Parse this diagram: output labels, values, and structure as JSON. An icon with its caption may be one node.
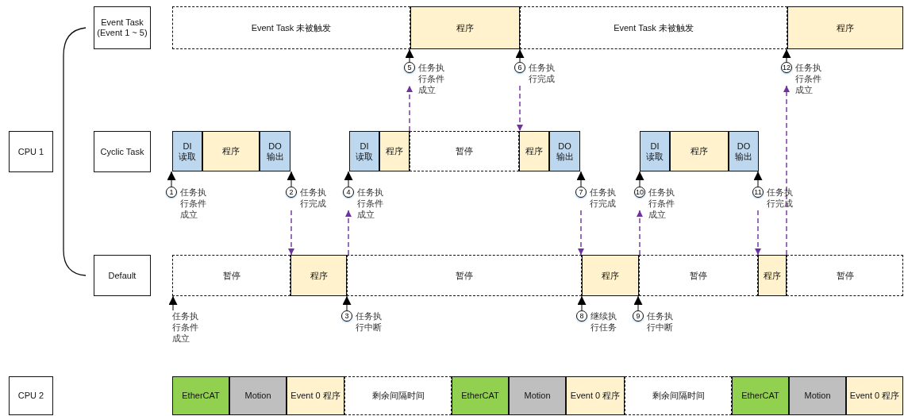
{
  "diagram": {
    "nodes": [
      {
        "text": [
          "Event Task (Event 1 ~ 5)"
        ]
      },
      {
        "text": [
          "Event Task 未被触发"
        ]
      },
      {
        "text": [
          "程序"
        ]
      },
      {
        "text": [
          "Event Task 未被触发"
        ]
      },
      {
        "text": [
          "程序"
        ]
      },
      {
        "text": [
          "5",
          "任务执行条件成立"
        ]
      },
      {
        "text": [
          "6",
          "任务执行完成"
        ]
      },
      {
        "text": [
          "12",
          "任务执行条件成立"
        ]
      },
      {
        "text": [
          "CPU 1"
        ]
      },
      {
        "text": [
          "Cyclic Task"
        ]
      },
      {
        "text": [
          "DI 读取"
        ]
      },
      {
        "text": [
          "程序"
        ]
      },
      {
        "text": [
          "DO 输出"
        ]
      },
      {
        "text": [
          "DI 读取"
        ]
      },
      {
        "text": [
          "程序"
        ]
      },
      {
        "text": [
          "暂停"
        ]
      },
      {
        "text": [
          "程序"
        ]
      },
      {
        "text": [
          "DO 输出"
        ]
      },
      {
        "text": [
          "DI 读取"
        ]
      },
      {
        "text": [
          "程序"
        ]
      },
      {
        "text": [
          "DO 输出"
        ]
      },
      {
        "text": [
          "1",
          "任务执行条件成立"
        ]
      },
      {
        "text": [
          "2",
          "任务执行完成"
        ]
      },
      {
        "text": [
          "4",
          "任务执行条件成立"
        ]
      },
      {
        "text": [
          "7",
          "任务执行完成"
        ]
      },
      {
        "text": [
          "10",
          "任务执行条件成立"
        ]
      },
      {
        "text": [
          "11",
          "任务执行完成"
        ]
      },
      {
        "text": [
          "Default"
        ]
      },
      {
        "text": [
          "暂停"
        ]
      },
      {
        "text": [
          "程序"
        ]
      },
      {
        "text": [
          "暂停"
        ]
      },
      {
        "text": [
          "程序"
        ]
      },
      {
        "text": [
          "暂停"
        ]
      },
      {
        "text": [
          "程序"
        ]
      },
      {
        "text": [
          "暂停"
        ]
      },
      {
        "text": [
          "任务执行条件成立"
        ]
      },
      {
        "text": [
          "3",
          "任务执行中断"
        ]
      },
      {
        "text": [
          "8",
          "继续执行任务"
        ]
      },
      {
        "text": [
          "9",
          "任务执行中断"
        ]
      },
      {
        "text": [
          "CPU 2"
        ]
      },
      {
        "text": [
          "EtherCAT"
        ]
      },
      {
        "text": [
          "Motion"
        ]
      },
      {
        "text": [
          "Event 0 程序"
        ]
      },
      {
        "text": [
          "剩余间隔时间"
        ]
      },
      {
        "text": [
          "EtherCAT"
        ]
      },
      {
        "text": [
          "Motion"
        ]
      },
      {
        "text": [
          "Event 0 程序"
        ]
      },
      {
        "text": [
          "剩余间隔时间"
        ]
      },
      {
        "text": [
          "EtherCAT"
        ]
      },
      {
        "text": [
          "Motion"
        ]
      },
      {
        "text": [
          "Event 0 程序"
        ]
      }
    ],
    "edges": [
      {
        "from": 5,
        "to": 1,
        "arrow": "to"
      },
      {
        "from": 6,
        "to": 2,
        "arrow": "to"
      },
      {
        "from": 7,
        "to": 3,
        "arrow": "to"
      },
      {
        "from": 21,
        "to": 10,
        "arrow": "to"
      },
      {
        "from": 22,
        "to": 12,
        "arrow": "to"
      },
      {
        "from": 23,
        "to": 13,
        "arrow": "to"
      },
      {
        "from": 24,
        "to": 17,
        "arrow": "to"
      },
      {
        "from": 25,
        "to": 18,
        "arrow": "to"
      },
      {
        "from": 26,
        "to": 20,
        "arrow": "to"
      },
      {
        "from": 35,
        "to": 28,
        "arrow": "to"
      },
      {
        "from": 36,
        "to": 29,
        "arrow": "to"
      },
      {
        "from": 37,
        "to": 30,
        "arrow": "to"
      },
      {
        "from": 38,
        "to": 31,
        "arrow": "to"
      },
      {
        "from": 22,
        "to": 29,
        "arrow": "to",
        "style": "dashed",
        "color": "#7030a0"
      },
      {
        "from": 29,
        "to": 23,
        "arrow": "to",
        "style": "dashed",
        "color": "#7030a0"
      },
      {
        "from": 14,
        "to": 5,
        "arrow": "to",
        "style": "dashed",
        "color": "#7030a0"
      },
      {
        "from": 6,
        "to": 16,
        "arrow": "to",
        "style": "dashed",
        "color": "#7030a0"
      },
      {
        "from": 24,
        "to": 31,
        "arrow": "to",
        "style": "dashed",
        "color": "#7030a0"
      },
      {
        "from": 31,
        "to": 25,
        "arrow": "to",
        "style": "dashed",
        "color": "#7030a0"
      },
      {
        "from": 26,
        "to": 33,
        "arrow": "to",
        "style": "dashed",
        "color": "#7030a0"
      },
      {
        "from": 33,
        "to": 7,
        "arrow": "to",
        "style": "dashed",
        "color": "#7030a0"
      }
    ]
  }
}
